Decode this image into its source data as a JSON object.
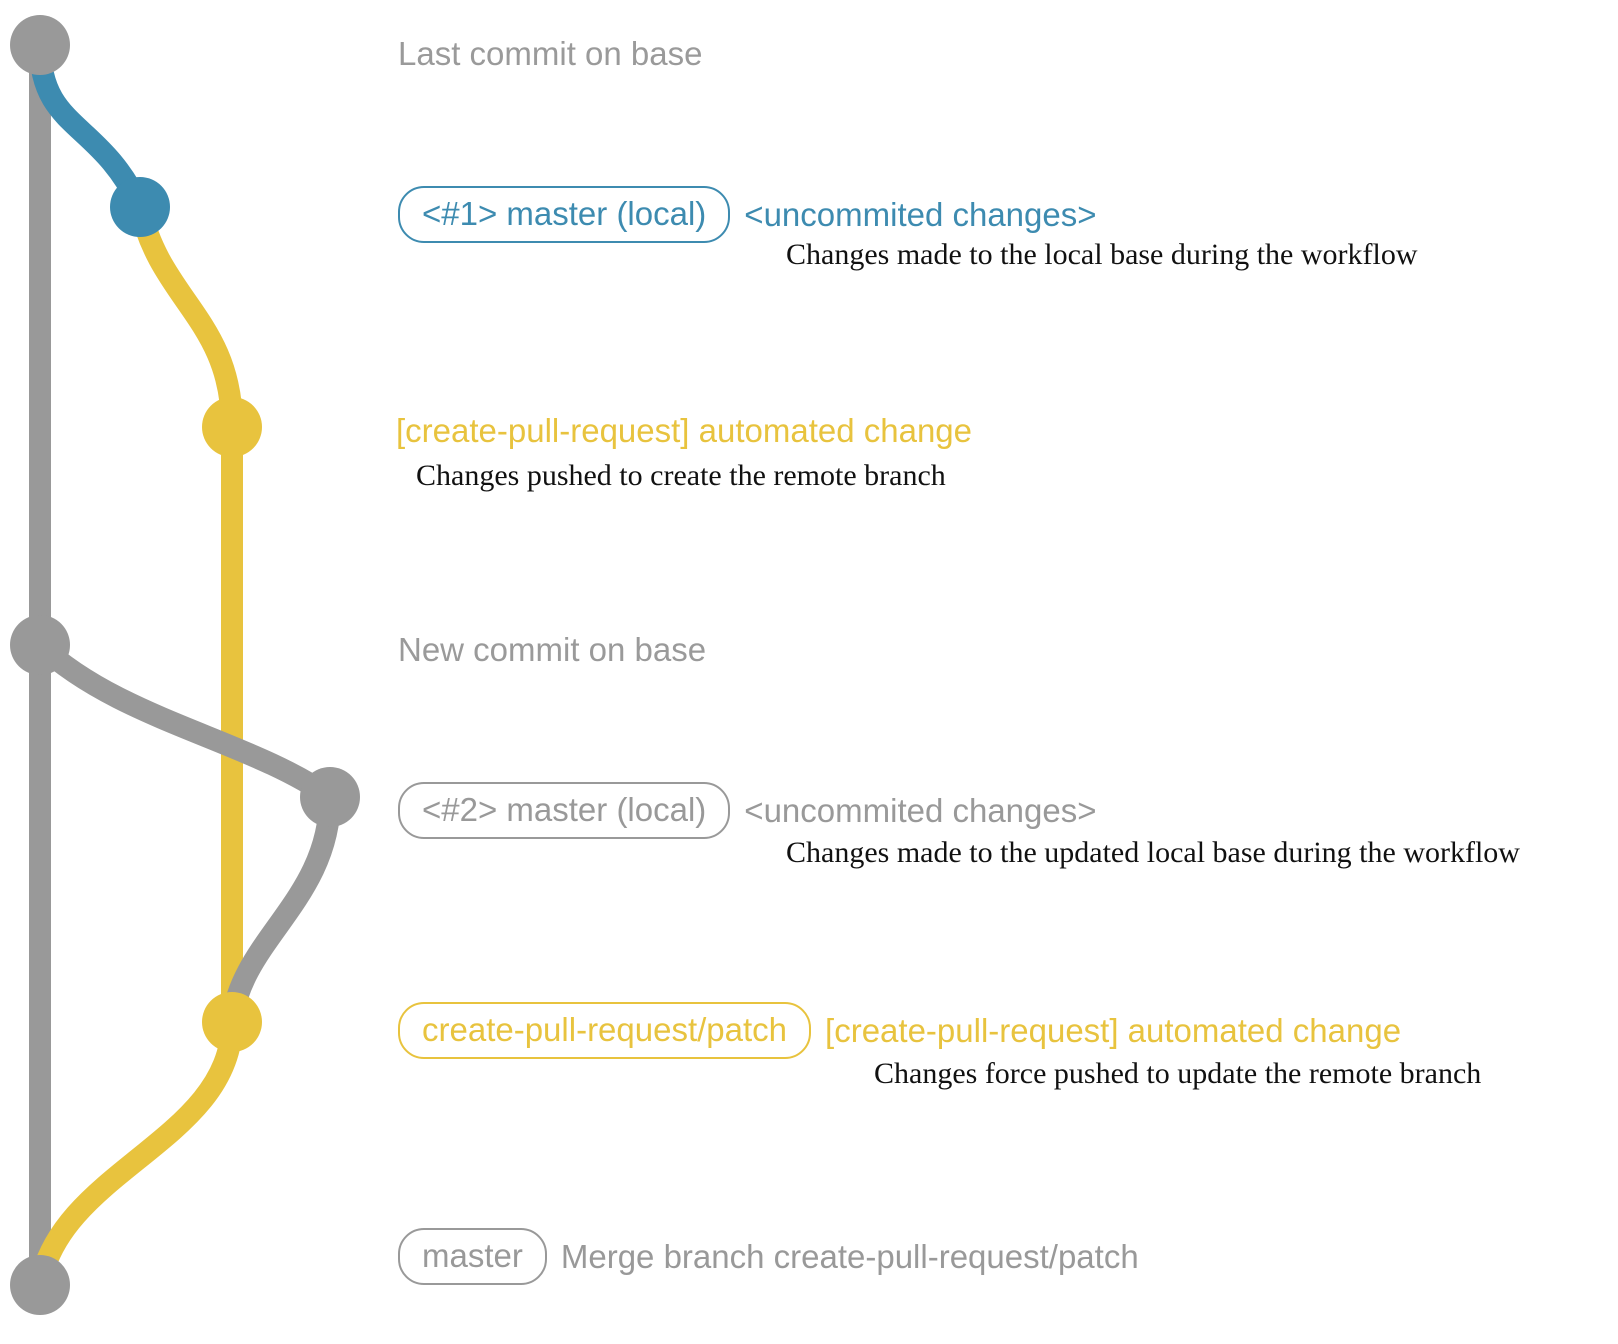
{
  "diagram": {
    "title": "git commit graph of create-pull-request workflow",
    "colors": {
      "base_gray": "#999999",
      "local_blue": "#3d8bb0",
      "patch_yellow": "#e8c33e",
      "note_black": "#111111",
      "background": "#ffffff"
    }
  },
  "entries": [
    {
      "id": "last-commit-on-base",
      "badge": null,
      "subject": "Last commit on base",
      "subject_color": "gray",
      "note": null,
      "node_color": "#999999"
    },
    {
      "id": "master-local-1",
      "badge": "<#1> master (local)",
      "badge_color": "blue",
      "subject": "<uncommited changes>",
      "subject_color": "blue",
      "note": "Changes made to the local base during the workflow",
      "node_color": "#3d8bb0"
    },
    {
      "id": "automated-change-1",
      "badge": null,
      "subject": "[create-pull-request] automated change",
      "subject_color": "yellow",
      "note": "Changes pushed to create the remote branch",
      "node_color": "#e8c33e"
    },
    {
      "id": "new-commit-on-base",
      "badge": null,
      "subject": "New commit on base",
      "subject_color": "gray",
      "note": null,
      "node_color": "#999999"
    },
    {
      "id": "master-local-2",
      "badge": "<#2> master (local)",
      "badge_color": "gray",
      "subject": "<uncommited changes>",
      "subject_color": "gray",
      "note": "Changes made to the updated local base during the workflow",
      "node_color": "#999999"
    },
    {
      "id": "automated-change-2",
      "badge": "create-pull-request/patch",
      "badge_color": "yellow",
      "subject": "[create-pull-request] automated change",
      "subject_color": "yellow",
      "note": "Changes force pushed to update the remote branch",
      "node_color": "#e8c33e"
    },
    {
      "id": "merge-commit",
      "badge": "master",
      "badge_color": "gray",
      "subject": "Merge branch create-pull-request/patch",
      "subject_color": "gray",
      "note": null,
      "node_color": "#999999"
    }
  ]
}
